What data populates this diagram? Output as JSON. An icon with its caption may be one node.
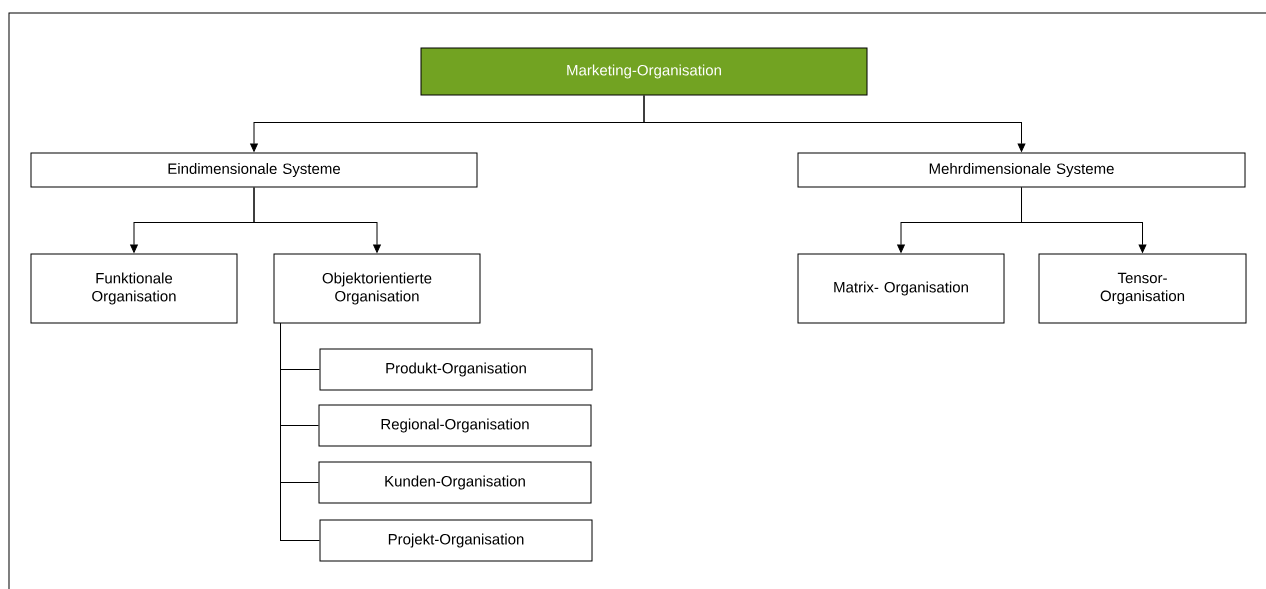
{
  "diagram": {
    "nodes": [
      {
        "text": [
          "Marketing-Organisation"
        ]
      },
      {
        "text": [
          "Eindimensionale Systeme"
        ]
      },
      {
        "text": [
          "Mehrdimensionale Systeme"
        ]
      },
      {
        "text": [
          "Funktionale Organisation"
        ]
      },
      {
        "text": [
          "Objektorientierte Organisation"
        ]
      },
      {
        "text": [
          "Produkt-Organisation"
        ]
      },
      {
        "text": [
          "Regional-Organisation"
        ]
      },
      {
        "text": [
          "Kunden-Organisation"
        ]
      },
      {
        "text": [
          "Projekt-Organisation"
        ]
      },
      {
        "text": [
          "Matrix- Organisation"
        ]
      },
      {
        "text": [
          "Tensor- Organisation"
        ]
      }
    ],
    "edges": [
      {
        "from": 0,
        "to": 1,
        "arrow": "to"
      },
      {
        "from": 0,
        "to": 2,
        "arrow": "to"
      },
      {
        "from": 1,
        "to": 3,
        "arrow": "to"
      },
      {
        "from": 1,
        "to": 4,
        "arrow": "to"
      },
      {
        "from": 4,
        "to": 5,
        "arrow": "none"
      },
      {
        "from": 4,
        "to": 6,
        "arrow": "none"
      },
      {
        "from": 4,
        "to": 7,
        "arrow": "none"
      },
      {
        "from": 4,
        "to": 8,
        "arrow": "none"
      },
      {
        "from": 2,
        "to": 9,
        "arrow": "to"
      },
      {
        "from": 2,
        "to": 10,
        "arrow": "to"
      }
    ]
  }
}
